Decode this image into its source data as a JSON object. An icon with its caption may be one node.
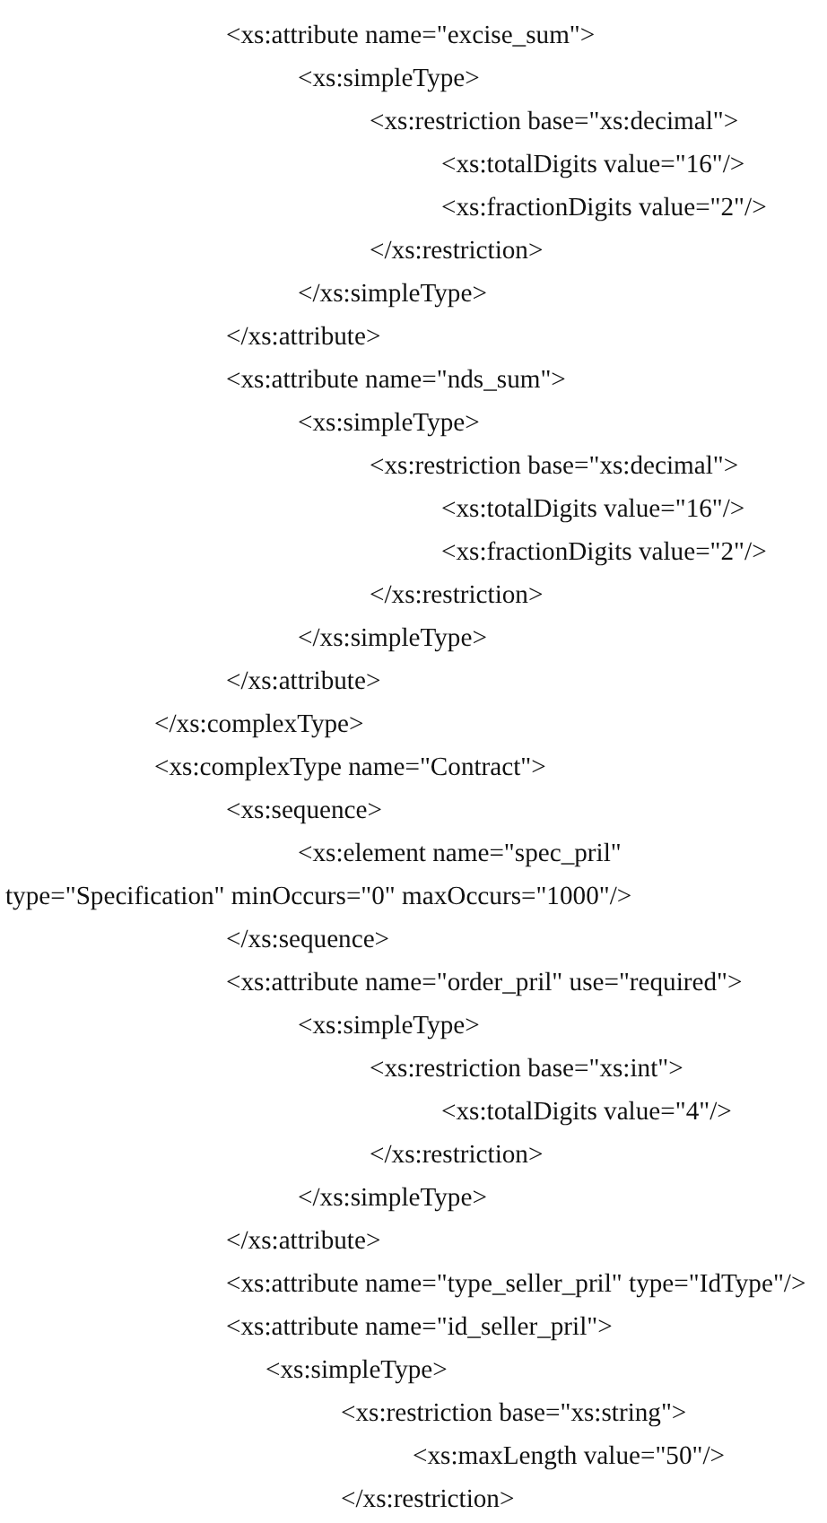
{
  "diagram": {
    "labels": [
      "<xs:attribute name=\"excise_sum\">",
      "<xs:simpleType>",
      "<xs:restriction base=\"xs:decimal\">",
      "<xs:totalDigits value=\"16\"/>",
      "<xs:fractionDigits value=\"2\"/>",
      "</xs:restriction>",
      "</xs:simpleType>",
      "</xs:attribute>",
      "<xs:attribute name=\"nds_sum\">",
      "<xs:simpleType>",
      "<xs:restriction base=\"xs:decimal\">",
      "<xs:totalDigits value=\"16\"/>",
      "<xs:fractionDigits value=\"2\"/>",
      "</xs:restriction>",
      "</xs:simpleType>",
      "</xs:attribute>",
      "</xs:complexType>",
      "<xs:complexType name=\"Contract\">",
      "<xs:sequence>",
      "<xs:element name=\"spec_pril\" type=\"Specification\" minOccurs=\"0\" maxOccurs=\"1000\"/>",
      "</xs:sequence>",
      "<xs:attribute name=\"order_pril\" use=\"required\">",
      "<xs:simpleType>",
      "<xs:restriction base=\"xs:int\">",
      "<xs:totalDigits value=\"4\"/>",
      "</xs:restriction>",
      "</xs:simpleType>",
      "</xs:attribute>",
      "<xs:attribute name=\"type_seller_pril\" type=\"IdType\"/>",
      "<xs:attribute name=\"id_seller_pril\">",
      "<xs:simpleType>",
      "<xs:restriction base=\"xs:string\">",
      "<xs:maxLength value=\"50\"/>",
      "</xs:restriction>"
    ]
  }
}
